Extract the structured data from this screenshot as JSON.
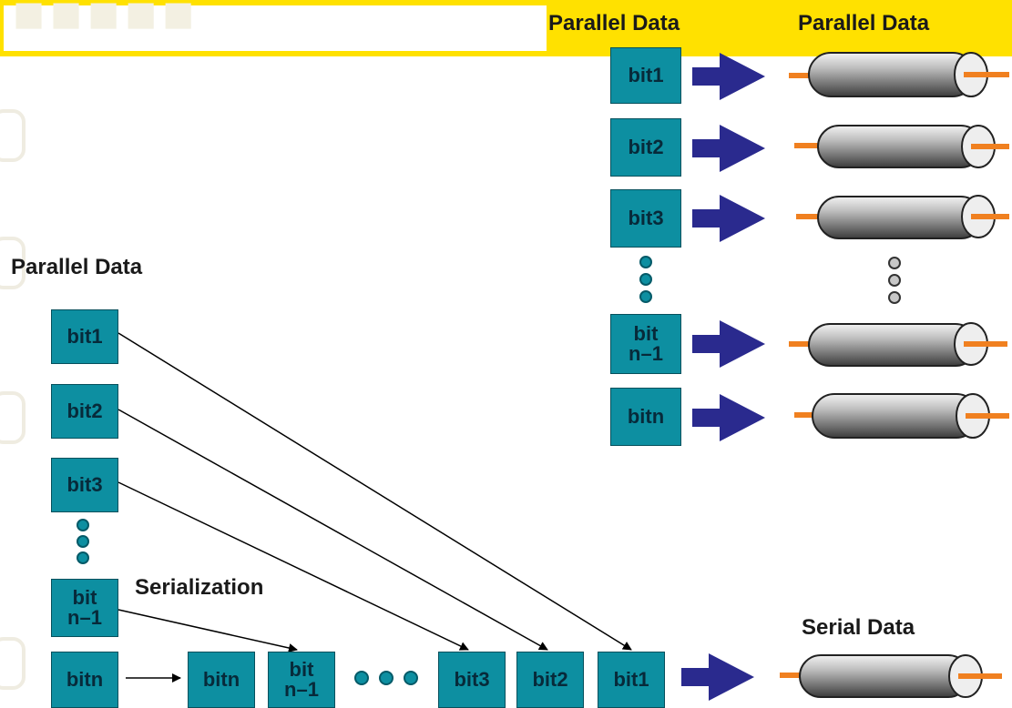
{
  "labels": {
    "parallel_left": "Parallel Data",
    "parallel_top_left": "Parallel Data",
    "parallel_top_right": "Parallel Data",
    "serialization": "Serialization",
    "serial": "Serial Data"
  },
  "left_bits": [
    "bit1",
    "bit2",
    "bit3"
  ],
  "left_bit_n1": {
    "line1": "bit",
    "line2": "n–1"
  },
  "left_bit_n": "bitn",
  "serial_bits": {
    "bitn": "bitn",
    "bit_n1_line1": "bit",
    "bit_n1_line2": "n–1",
    "bit3": "bit3",
    "bit2": "bit2",
    "bit1": "bit1"
  },
  "right_bits": [
    "bit1",
    "bit2",
    "bit3"
  ],
  "right_bit_n1": {
    "line1": "bit",
    "line2": "n–1"
  },
  "right_bit_n": "bitn",
  "colors": {
    "bit_box": "#0d8fa1",
    "arrow": "#2a2a8e",
    "wire": "#f08020",
    "banner": "#ffe100"
  }
}
